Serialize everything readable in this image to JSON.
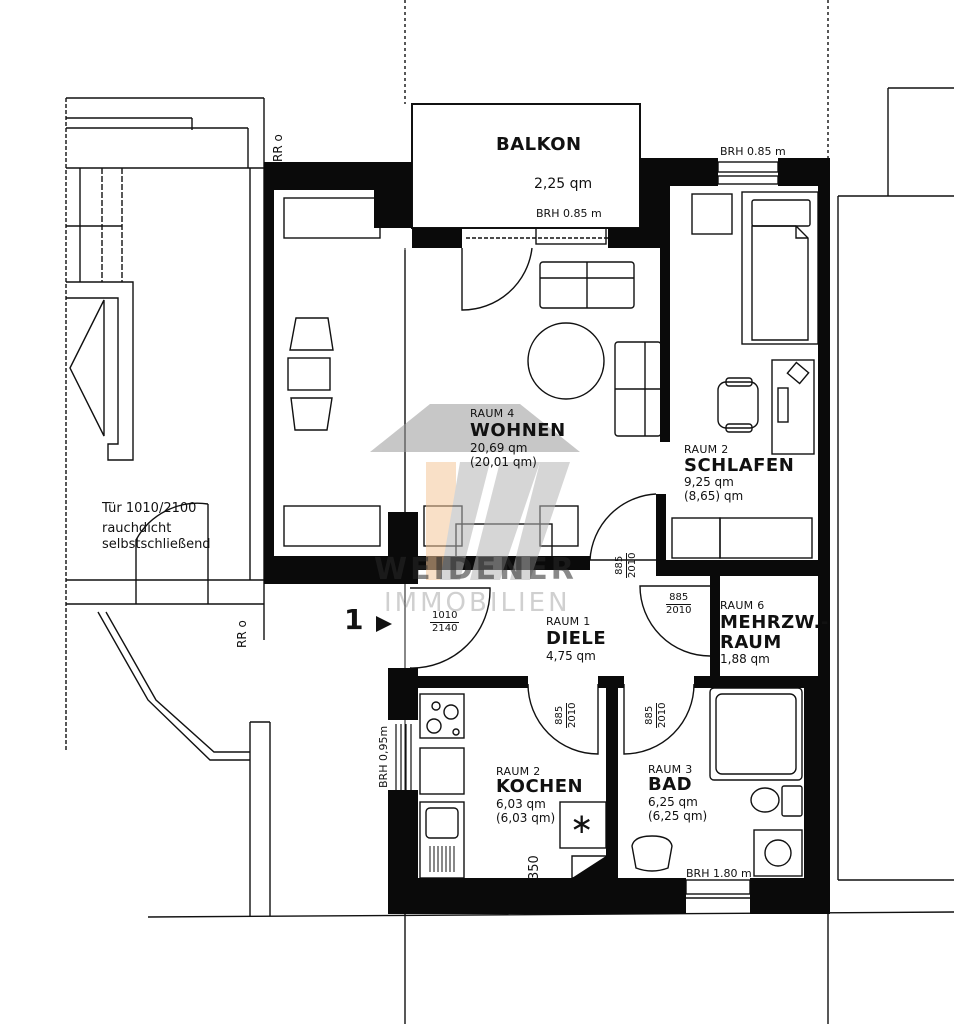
{
  "plan": {
    "entrance": {
      "number": "1",
      "marker": "arrow-right"
    },
    "watermark": {
      "line1": "WEIDENER",
      "line2": "IMMOBILIEN",
      "accent_color": "#f5c89a",
      "gray_color": "#9a9a9a"
    },
    "rooms": [
      {
        "id": "balkon",
        "raum": "",
        "name": "BALKON",
        "area": "2,25 qm",
        "area_alt": ""
      },
      {
        "id": "wohnen",
        "raum": "RAUM 4",
        "name": "WOHNEN",
        "area": "20,69 qm",
        "area_alt": "(20,01 qm)"
      },
      {
        "id": "schlafen",
        "raum": "RAUM 2",
        "name": "SCHLAFEN",
        "area": "9,25 qm",
        "area_alt": "(8,65) qm"
      },
      {
        "id": "diele",
        "raum": "RAUM 1",
        "name": "DIELE",
        "area": "4,75 qm",
        "area_alt": ""
      },
      {
        "id": "mehrzweck",
        "raum": "RAUM 6",
        "name": "MEHRZW.-",
        "name2": "RAUM",
        "area": "1,88 qm",
        "area_alt": ""
      },
      {
        "id": "kochen",
        "raum": "RAUM 2",
        "name": "KOCHEN",
        "area": "6,03 qm",
        "area_alt": "(6,03 qm)"
      },
      {
        "id": "bad",
        "raum": "RAUM 3",
        "name": "BAD",
        "area": "6,25 qm",
        "area_alt": "(6,25 qm)"
      }
    ],
    "window_notes": {
      "balkon": "BRH 0.85 m",
      "schlafen": "BRH 0.85 m",
      "kochen": "BRH 0,95m",
      "bad": "BRH 1.80 m"
    },
    "doors": {
      "entrance": {
        "width": "1010",
        "height": "2140"
      },
      "schlafen": {
        "width": "885",
        "height": "2010"
      },
      "mehrzweck": {
        "width": "885",
        "height": "2010"
      },
      "kochen": {
        "width": "885",
        "height": "2010"
      },
      "bad": {
        "width": "885",
        "height": "2010"
      }
    },
    "stair_door_note": {
      "line1": "Tür 1010/2100",
      "line2": "rauchdicht",
      "line3": "selbstschließend"
    },
    "riser_labels": [
      "RR o",
      "RR o"
    ],
    "dimension_350": "350"
  }
}
